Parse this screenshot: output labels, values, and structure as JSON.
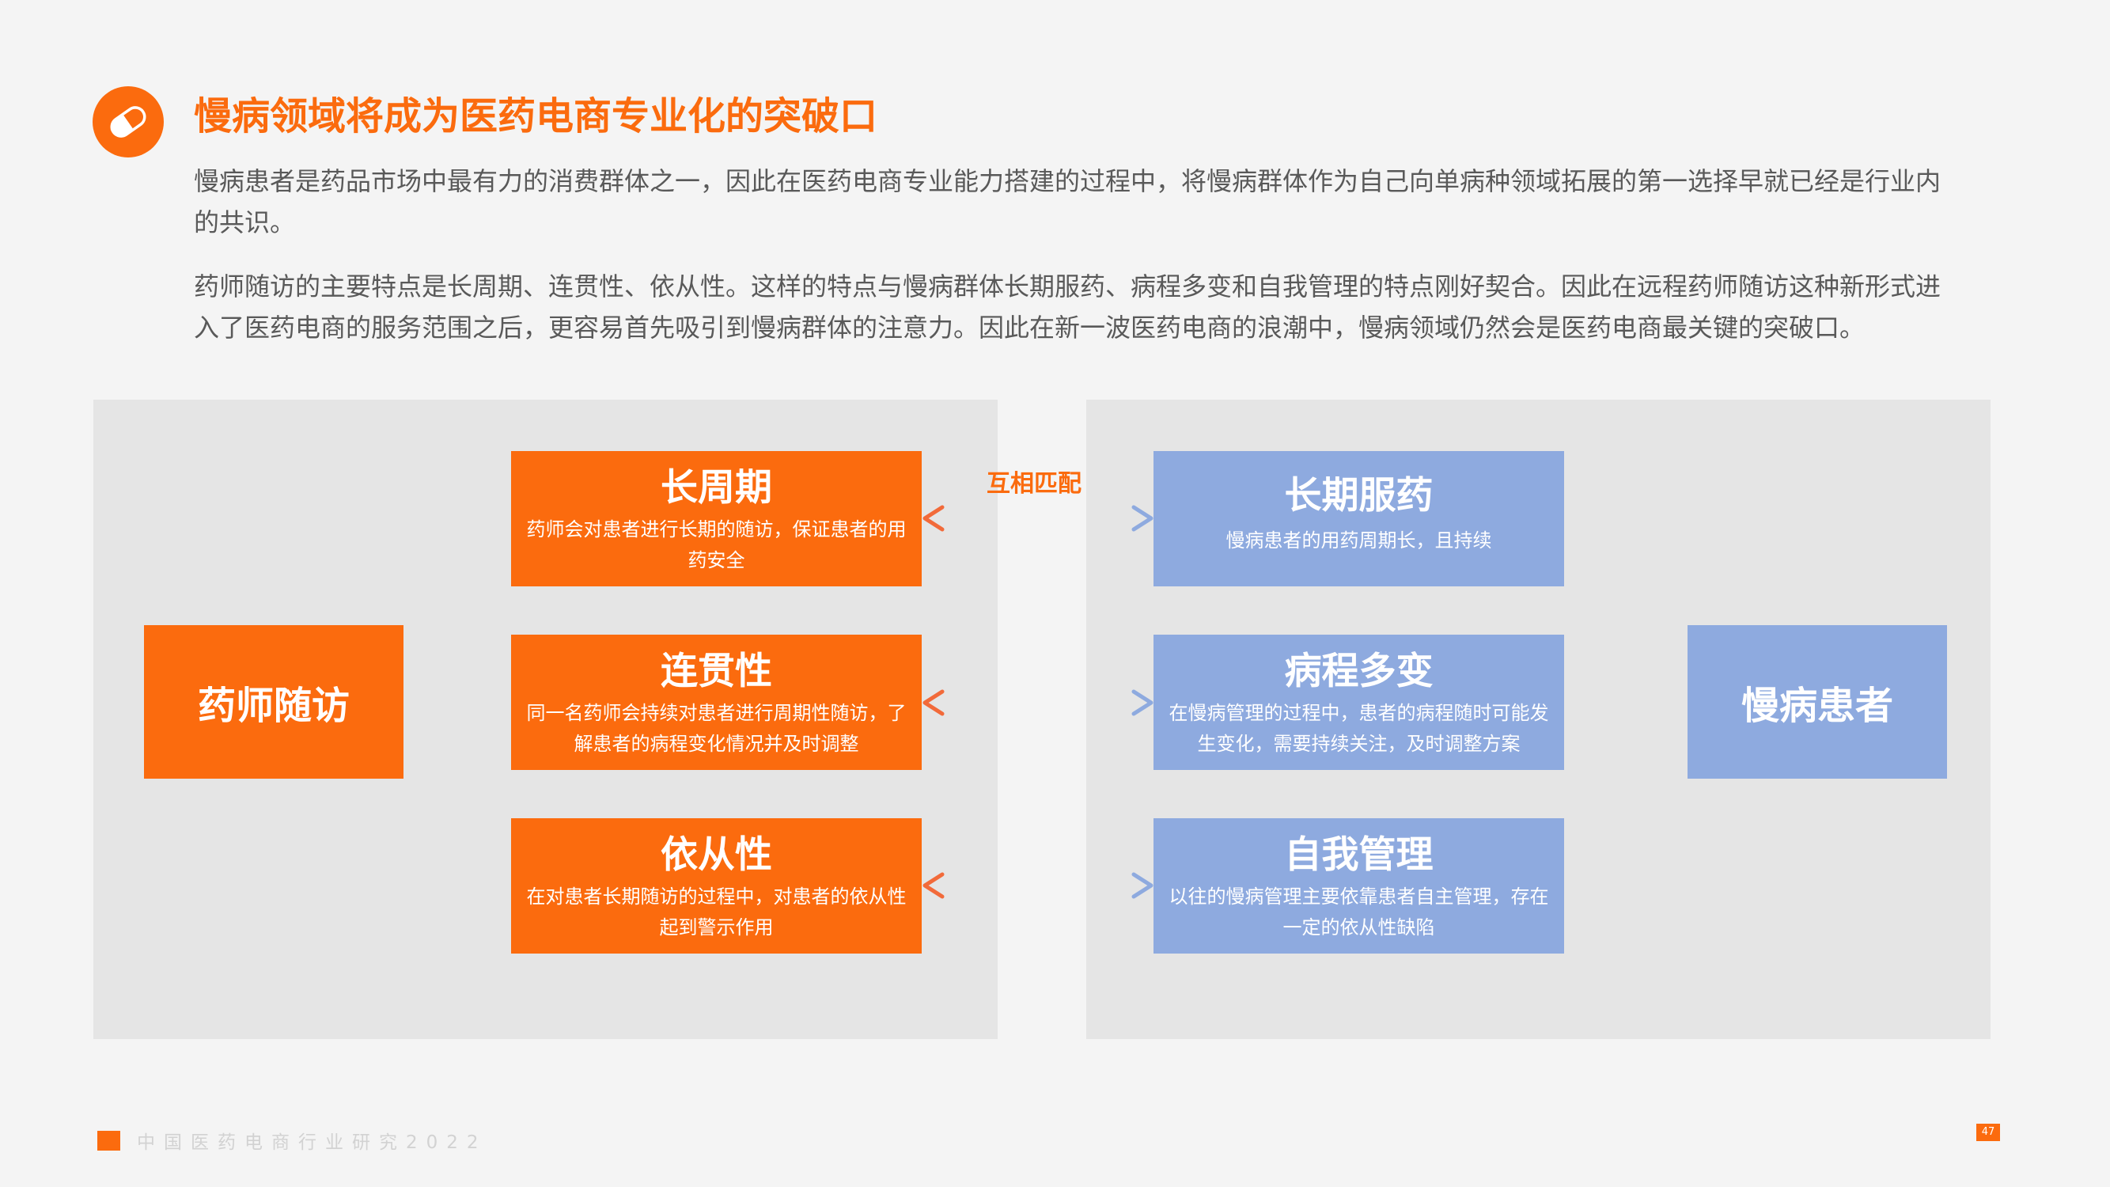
{
  "header": {
    "title": "慢病领域将成为医药电商专业化的突破口",
    "icon": "pill-icon",
    "accent_color": "#fb6b0e"
  },
  "paragraphs": [
    "慢病患者是药品市场中最有力的消费群体之一，因此在医药电商专业能力搭建的过程中，将慢病群体作为自己向单病种领域拓展的第一选择早就已经是行业内的共识。",
    "药师随访的主要特点是长周期、连贯性、依从性。这样的特点与慢病群体长期服药、病程多变和自我管理的特点刚好契合。因此在远程药师随访这种新形式进入了医药电商的服务范围之后，更容易首先吸引到慢病群体的注意力。因此在新一波医药电商的浪潮中，慢病领域仍然会是医药电商最关键的突破口。"
  ],
  "diagram": {
    "left_main": "药师随访",
    "right_main": "慢病患者",
    "match_label": "互相匹配",
    "left_items": [
      {
        "title": "长周期",
        "desc": "药师会对患者进行长期的随访，保证患者的用药安全"
      },
      {
        "title": "连贯性",
        "desc": "同一名药师会持续对患者进行周期性随访，了解患者的病程变化情况并及时调整"
      },
      {
        "title": "依从性",
        "desc": "在对患者长期随访的过程中，对患者的依从性起到警示作用"
      }
    ],
    "right_items": [
      {
        "title": "长期服药",
        "desc": "慢病患者的用药周期长，且持续"
      },
      {
        "title": "病程多变",
        "desc": "在慢病管理的过程中，患者的病程随时可能发生变化，需要持续关注，及时调整方案"
      },
      {
        "title": "自我管理",
        "desc": "以往的慢病管理主要依靠患者自主管理，存在一定的依从性缺陷"
      }
    ],
    "colors": {
      "left": "#fb6b0e",
      "right": "#8eaadf",
      "panel": "#e5e5e5"
    }
  },
  "footer": {
    "report_name": "中国医药电商行业研究2022",
    "page_number": "47"
  }
}
